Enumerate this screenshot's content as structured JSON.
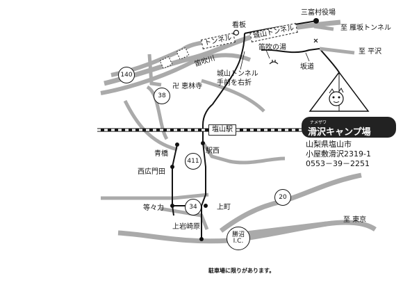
{
  "labels": {
    "town_office": "三富村役場",
    "to_karisaka_tunnel": "至 雁坂トンネル",
    "signboard": "看板",
    "tunnel": "トンネル",
    "jojoyama_tunnel": "城山トンネル",
    "fuefuki_river": "笛吹川",
    "fuefuki_onsen": "笛吹の湯",
    "turn_right_line1": "城山トンネル",
    "turn_right_line2": "手前を右折",
    "slope": "坂道",
    "to_hirasawa": "至 平沢",
    "eirinji": "卍 恵林寺",
    "enzan_station": "塩山駅",
    "aobashi": "青橋",
    "ekinishi": "駅西",
    "nishihiromonden": "西広門田",
    "todoriki": "等々力",
    "kamimachi": "上町",
    "kamiiwasakibara": "上岩崎原",
    "to_tokyo": "至 東京",
    "katsunuma_ic_line1": "勝沼",
    "katsunuma_ic_line2": "I.C."
  },
  "routes": {
    "r140": "140",
    "r38": "38",
    "r411": "411",
    "r34": "34",
    "r20": "20"
  },
  "camp": {
    "furigana": "ナメザワ",
    "name": "滑沢キャンプ場",
    "address_line1": "山梨県塩山市",
    "address_line2": "小屋敷滑沢2319-1",
    "phone": "0553－39－2251"
  },
  "note": "駐車場に限りがあります。"
}
